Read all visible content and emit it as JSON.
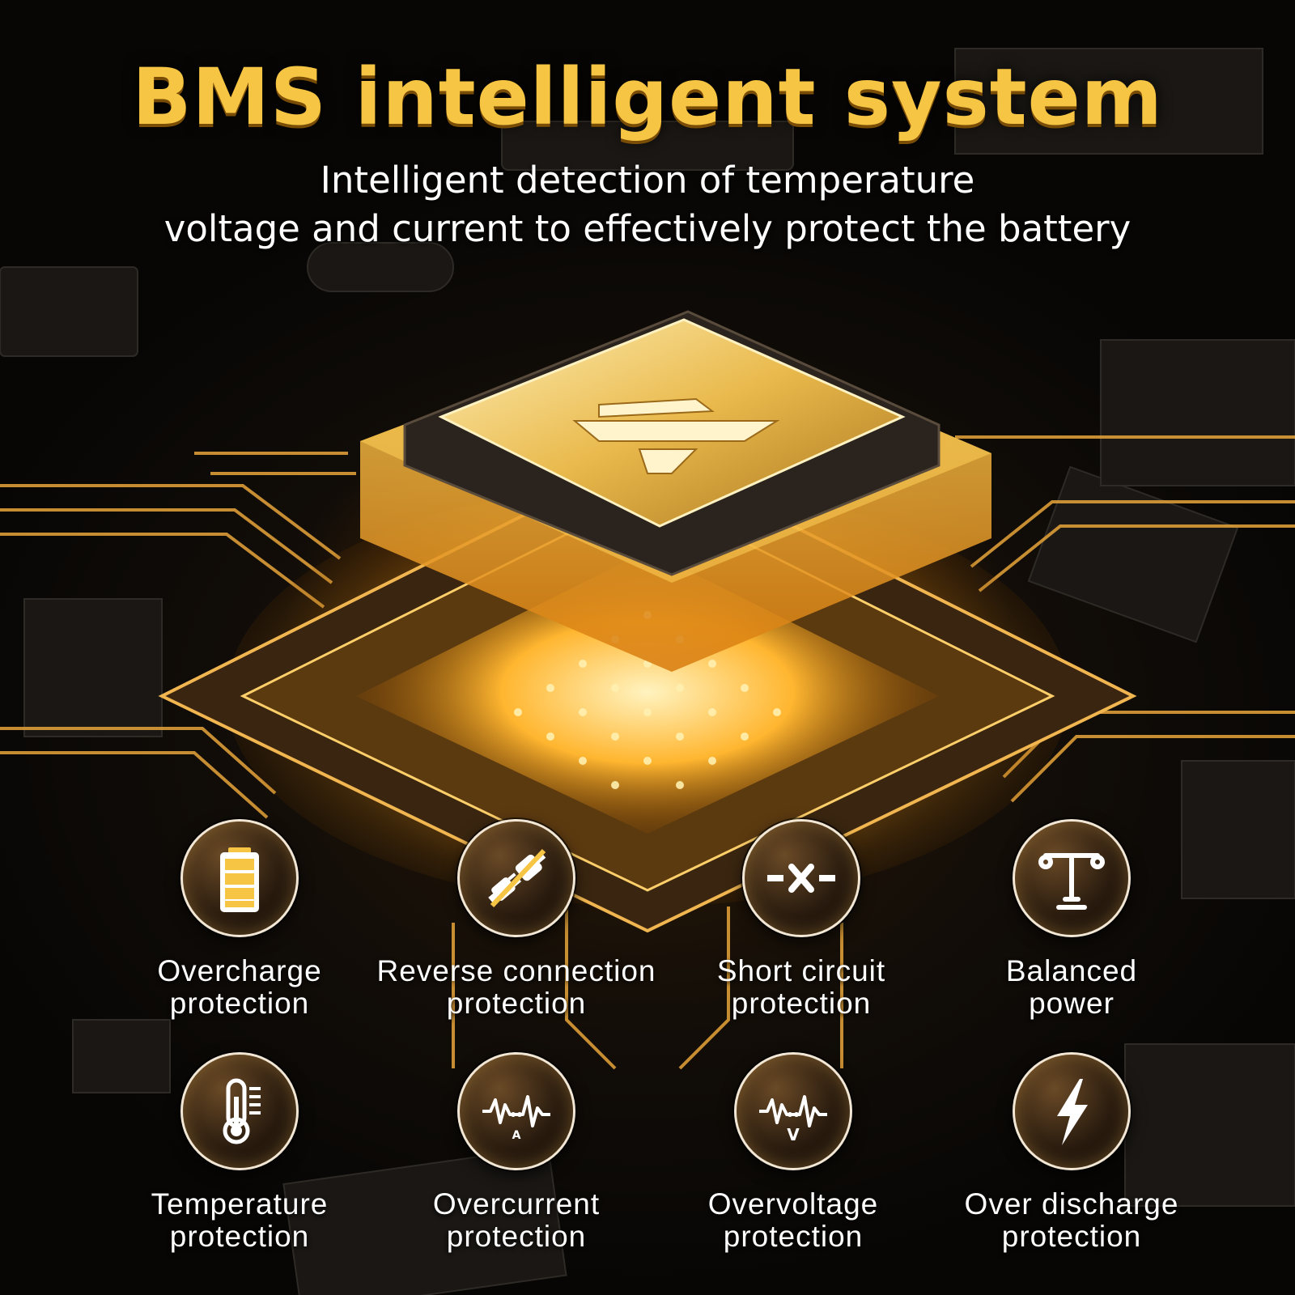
{
  "header": {
    "title": "BMS intelligent system",
    "subtitle_line1": "Intelligent detection of temperature",
    "subtitle_line2": "voltage and current to effectively protect the battery"
  },
  "features": [
    {
      "line1": "Overcharge",
      "line2": "protection",
      "icon": "battery-icon"
    },
    {
      "line1": "Reverse connection",
      "line2": "protection",
      "icon": "plug-icon"
    },
    {
      "line1": "Short circuit",
      "line2": "protection",
      "icon": "short-circuit-icon"
    },
    {
      "line1": "Balanced",
      "line2": "power",
      "icon": "balance-icon"
    },
    {
      "line1": "Temperature",
      "line2": "protection",
      "icon": "thermometer-icon"
    },
    {
      "line1": "Overcurrent",
      "line2": "protection",
      "icon": "current-wave-icon",
      "symbol": "A"
    },
    {
      "line1": "Overvoltage",
      "line2": "protection",
      "icon": "voltage-wave-icon",
      "symbol": "V"
    },
    {
      "line1": "Over discharge",
      "line2": "protection",
      "icon": "lightning-icon"
    }
  ],
  "colors": {
    "title_gold": "#f6c544",
    "glow_amber": "#ffb23a",
    "background": "#0b0907"
  }
}
